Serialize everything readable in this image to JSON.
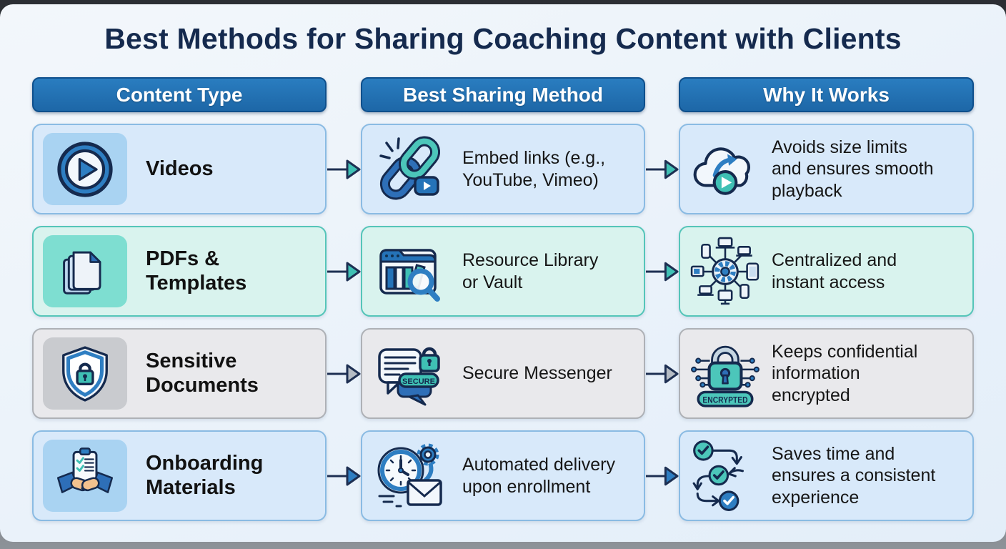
{
  "title": "Best Methods for Sharing Coaching Content with Clients",
  "columns": [
    {
      "label": "Content Type"
    },
    {
      "label": "Best Sharing Method"
    },
    {
      "label": "Why It Works"
    }
  ],
  "rows": [
    {
      "content_type": "Videos",
      "content_icon": "video-play-icon",
      "method": "Embed links (e.g.,\nYouTube, Vimeo)",
      "method_icon": "embed-link-icon",
      "why": "Avoids size limits\nand ensures smooth\nplayback",
      "why_icon": "cloud-streaming-icon",
      "theme": "blue",
      "arrow_color": "teal"
    },
    {
      "content_type": "PDFs &\nTemplates",
      "content_icon": "document-stack-icon",
      "method": "Resource Library\nor Vault",
      "method_icon": "resource-library-icon",
      "why": "Centralized and\ninstant access",
      "why_icon": "device-network-icon",
      "theme": "teal",
      "arrow_color": "teal"
    },
    {
      "content_type": "Sensitive\nDocuments",
      "content_icon": "shield-lock-icon",
      "method": "Secure Messenger",
      "method_icon": "secure-messenger-icon",
      "why": "Keeps confidential\ninformation\nencrypted",
      "why_icon": "encrypted-lock-icon",
      "theme": "gray",
      "arrow_color": "gray"
    },
    {
      "content_type": "Onboarding\nMaterials",
      "content_icon": "handshake-checklist-icon",
      "method": "Automated delivery\nupon enrollment",
      "method_icon": "scheduled-email-icon",
      "why": "Saves time and\nensures a consistent\nexperience",
      "why_icon": "workflow-checkmarks-icon",
      "theme": "blue",
      "arrow_color": "blue"
    }
  ],
  "icon_badges": {
    "secure": "SECURE",
    "encrypted": "ENCRYPTED"
  },
  "colors": {
    "header_blue": "#2173b8",
    "navy": "#152a4e",
    "teal_accent": "#3fc0b4",
    "blue_accent": "#2e7ec2",
    "card_blue": "#d8e9fa",
    "card_teal": "#d9f3ee",
    "card_gray": "#e9e9ec"
  }
}
